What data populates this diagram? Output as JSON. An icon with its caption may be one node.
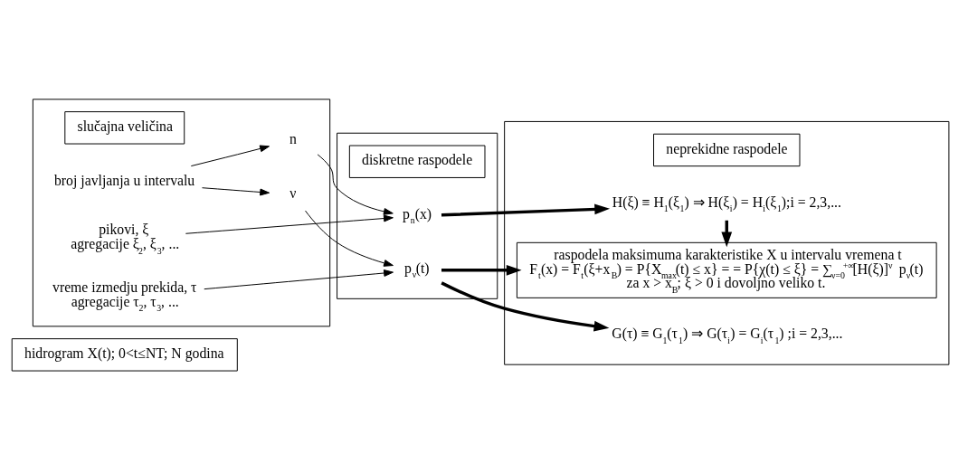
{
  "diagram": {
    "nodes": [
      {
        "text": [
          "hidrogram X(t); 0<t≤NT; N godina"
        ]
      },
      {
        "text": [],
        "shape": "box"
      },
      {
        "text": [
          "slučajna veličina"
        ],
        "in": 1
      },
      {
        "text": [
          "vreme izmedju prekida, τ",
          "agregacije τ$_{2}$, τ$_{3}$, ..."
        ],
        "in": 1
      },
      {
        "text": [
          "ν"
        ],
        "in": 1
      },
      {
        "text": [
          "broj javljanja u intervalu"
        ],
        "in": 1
      },
      {
        "text": [
          "n"
        ],
        "in": 1
      },
      {
        "text": [
          "pikovi, ξ",
          "agregacije ξ$_{2}$, ξ$_{3}$, ..."
        ],
        "in": 1
      },
      {
        "text": [],
        "shape": "box"
      },
      {
        "text": [
          "diskretne raspodele"
        ],
        "in": 8
      },
      {
        "text": [
          "p$_{ν}$(t)"
        ],
        "in": 8
      },
      {
        "text": [
          "p$_{n}$(x)"
        ],
        "in": 8
      },
      {
        "text": [],
        "shape": "box"
      },
      {
        "text": [
          "neprekidne raspodele"
        ],
        "in": 12
      },
      {
        "text": [
          "G(τ) ≡ G$_{1}$(τ$_{1}$) ⇒ G(τ$_{i}$) = G$_{i}$(τ$_{1}$) ;i = 2,3,..."
        ],
        "in": 12
      },
      {
        "text": [
          "raspodela maksimuma karakteristike X u intervalu vremena t",
          "F$_{t}$(x) = F$_{t}$(ξ+x$_{B}$) = P{X$_{max}$(t) ≤ x} = = P{χ(t) ≤ ξ} = ∑$_{ν=0}$$^{+∞}$[H(ξ)]$^{ν}$ p$_{ν}$(t)",
          "za x > x$_{B}$; ξ > 0 i dovoljno veliko t."
        ],
        "in": 12
      },
      {
        "text": [
          "H(ξ) ≡ H$_{1}$(ξ$_{1}$) ⇒ H(ξ$_{i}$) = H$_{i}$(ξ$_{1}$);i = 2,3,..."
        ],
        "in": 12
      }
    ],
    "edges": [
      {
        "from": 3,
        "to": 10,
        "arrow": "to"
      },
      {
        "from": 4,
        "to": 10,
        "arrow": "to"
      },
      {
        "from": 5,
        "to": 4,
        "arrow": "to"
      },
      {
        "from": 5,
        "to": 6,
        "arrow": "to"
      },
      {
        "from": 6,
        "to": 11,
        "arrow": "to"
      },
      {
        "from": 7,
        "to": 11,
        "arrow": "to"
      },
      {
        "from": 10,
        "to": 14,
        "arrow": "to",
        "style": "thick"
      },
      {
        "from": 10,
        "to": 15,
        "arrow": "to",
        "style": "thick"
      },
      {
        "from": 16,
        "to": 15,
        "arrow": "to",
        "style": "thick"
      },
      {
        "from": 11,
        "to": 16,
        "arrow": "to",
        "style": "thick"
      }
    ]
  }
}
